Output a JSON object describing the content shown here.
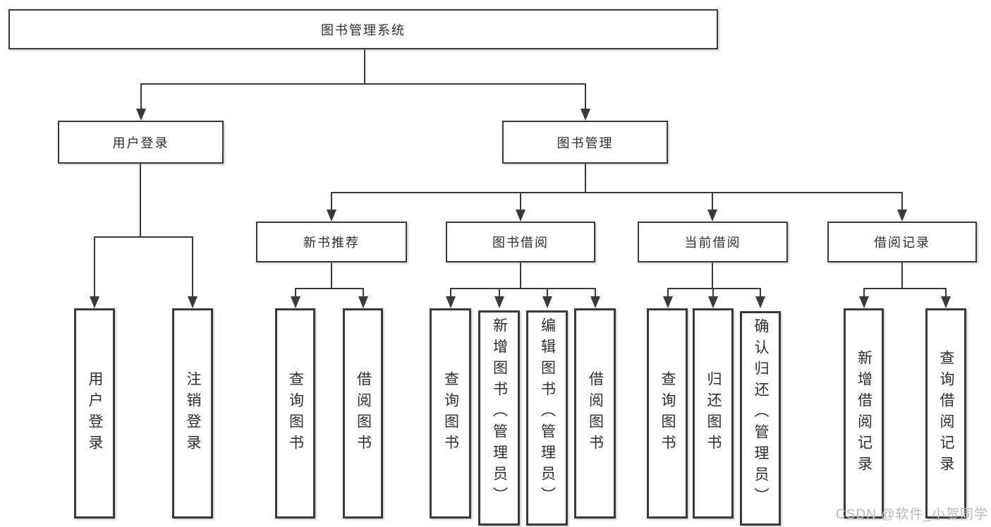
{
  "title": "图书管理系统",
  "watermark": "CSDN @软件_小贺同学",
  "colors": {
    "line": "#3a3a3a",
    "border": "#3a3a3a",
    "text": "#2e2e2e",
    "box_background": "#ffffff",
    "watermark_text": "#b9b9b9"
  },
  "level2": [
    "用户登录",
    "图书管理"
  ],
  "level3": [
    "新书推荐",
    "图书借阅",
    "当前借阅",
    "借阅记录"
  ],
  "leaves": {
    "user_login": [
      "用户登录",
      "注销登录"
    ],
    "new_book_recommend": [
      "查询图书",
      "借阅图书"
    ],
    "book_borrow": [
      "查询图书",
      "新增图书（管理员）",
      "编辑图书（管理员）",
      "借阅图书"
    ],
    "current_borrow": [
      "查询图书",
      "归还图书",
      "确认归还（管理员）"
    ],
    "borrow_record": [
      "新增借阅记录",
      "查询借阅记录"
    ]
  }
}
